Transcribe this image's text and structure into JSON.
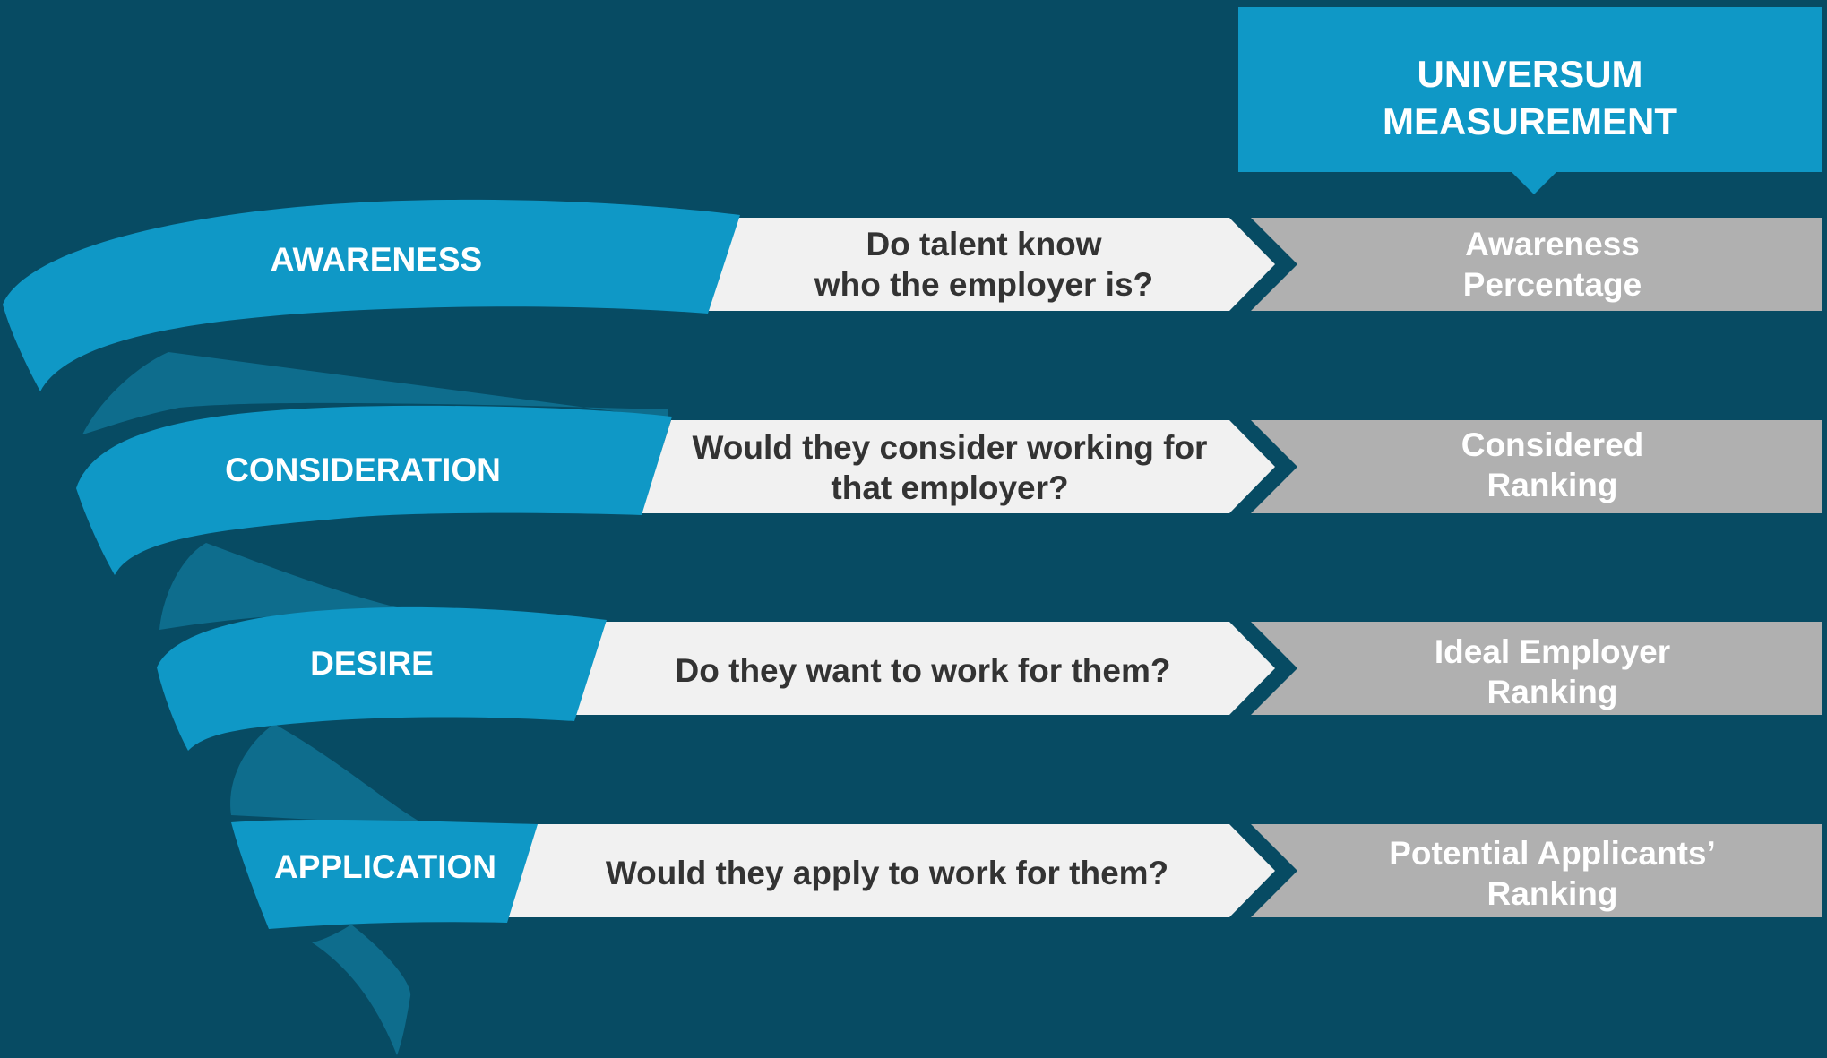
{
  "header": {
    "title": "UNIVERSUM\nMEASUREMENT"
  },
  "stages": [
    {
      "label": "AWARENESS",
      "question": "Do talent know\nwho the employer is?",
      "measure": "Awareness\nPercentage"
    },
    {
      "label": "CONSIDERATION",
      "question": "Would they consider working for\nthat employer?",
      "measure": "Considered\nRanking"
    },
    {
      "label": "DESIRE",
      "question": "Do they want to work for them?",
      "measure": "Ideal Employer\nRanking"
    },
    {
      "label": "APPLICATION",
      "question": "Would they apply to work for them?",
      "measure": "Potential Applicants’\nRanking"
    }
  ],
  "colors": {
    "background": "#074b63",
    "ribbon": "#0f98c6",
    "ribbon_back": "#0e6d8d",
    "question_band": "#f1f1f1",
    "measure_band": "#b0b0b0",
    "question_text": "#333333",
    "white_text": "#ffffff"
  }
}
